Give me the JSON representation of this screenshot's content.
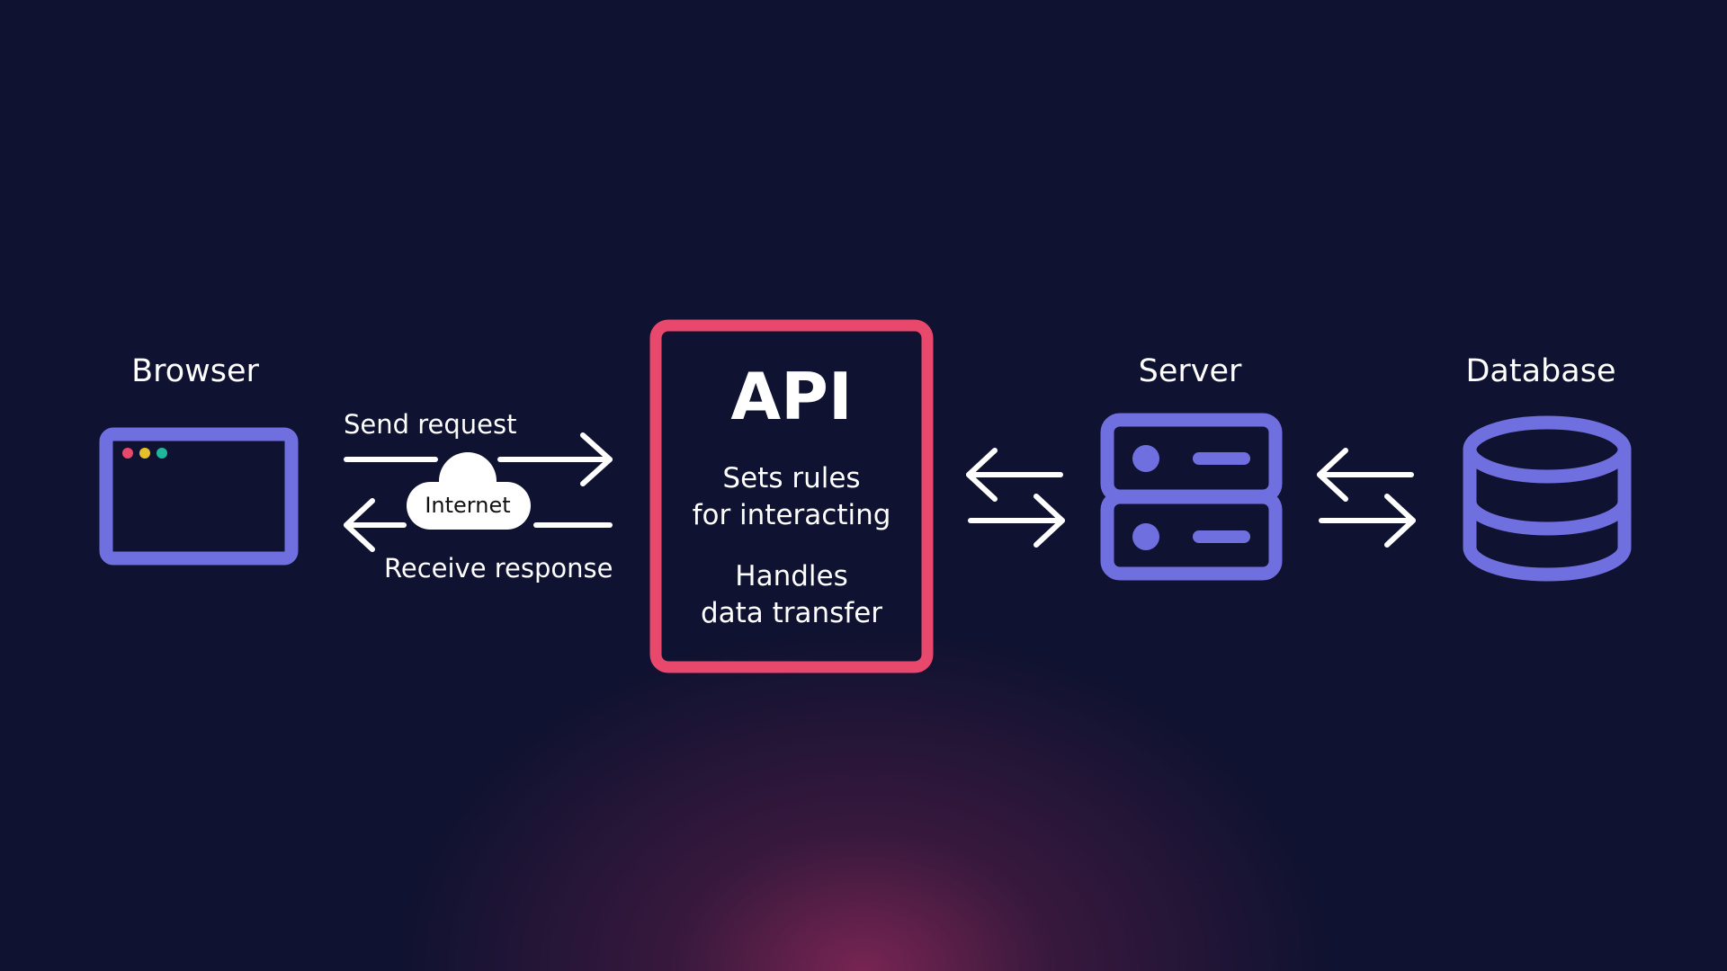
{
  "colors": {
    "background": "#0f1230",
    "glow": "#8a2858",
    "icon": "#6f6fe0",
    "api_border": "#e8486c",
    "arrow": "#ffffff",
    "dot_red": "#e8486c",
    "dot_yellow": "#e6c02a",
    "dot_green": "#20b89a"
  },
  "nodes": {
    "browser": {
      "label": "Browser",
      "icon": "browser-window-icon"
    },
    "server": {
      "label": "Server",
      "icon": "server-icon"
    },
    "database": {
      "label": "Database",
      "icon": "database-icon"
    }
  },
  "api": {
    "title": "API",
    "desc_1_line_1": "Sets rules",
    "desc_1_line_2": "for interacting",
    "desc_2_line_1": "Handles",
    "desc_2_line_2": "data transfer"
  },
  "edges": {
    "browser_api": {
      "request_label": "Send request",
      "response_label": "Receive response",
      "cloud_label": "Internet",
      "cloud_icon": "cloud-icon"
    },
    "api_server": {
      "icon": "bidirectional-arrows-icon"
    },
    "server_database": {
      "icon": "bidirectional-arrows-icon"
    }
  }
}
